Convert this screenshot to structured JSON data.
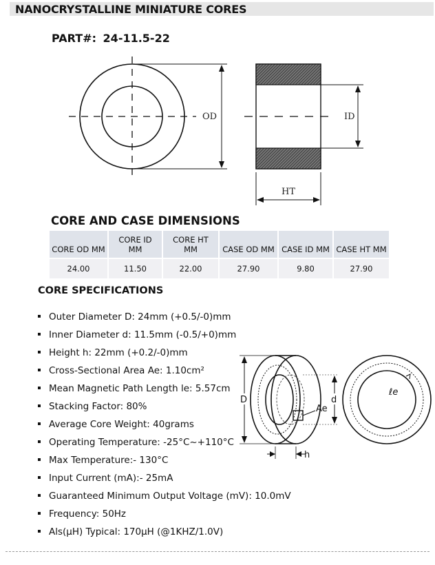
{
  "header": {
    "title": "NANOCRYSTALLINE MINIATURE CORES"
  },
  "part": {
    "label": "PART#:",
    "number": "24-11.5-22"
  },
  "drawing": {
    "od_label": "OD",
    "id_label": "ID",
    "ht_label": "HT"
  },
  "dimensions": {
    "heading": "CORE AND CASE DIMENSIONS",
    "columns": [
      "CORE OD MM",
      "CORE ID MM",
      "CORE HT MM",
      "CASE OD MM",
      "CASE ID MM",
      "CASE HT MM"
    ],
    "values": [
      "24.00",
      "11.50",
      "22.00",
      "27.90",
      "9.80",
      "27.90"
    ]
  },
  "specifications": {
    "heading": "CORE SPECIFICATIONS",
    "items": [
      "Outer Diameter D: 24mm (+0.5/-0)mm",
      "Inner Diameter d: 11.5mm (-0.5/+0)mm",
      "Height h: 22mm (+0.2/-0)mm",
      "Cross-Sectional Area Ae: 1.10cm²",
      "Mean Magnetic Path Length le: 5.57cm",
      "Stacking Factor: 80%",
      "Average Core Weight: 40grams",
      "Operating Temperature: -25°C~+110°C",
      "Max Temperature:- 130°C",
      "Input Current (mA):- 25mA",
      "Guaranteed Minimum Output Voltage (mV): 10.0mV",
      "Frequency: 50Hz",
      "Als(μH) Typical: 170μH (@1KHZ/1.0V)"
    ]
  },
  "diagram2": {
    "d_outer": "D",
    "d_inner": "d",
    "ae": "Ae",
    "le": "ℓe",
    "h": "h"
  }
}
